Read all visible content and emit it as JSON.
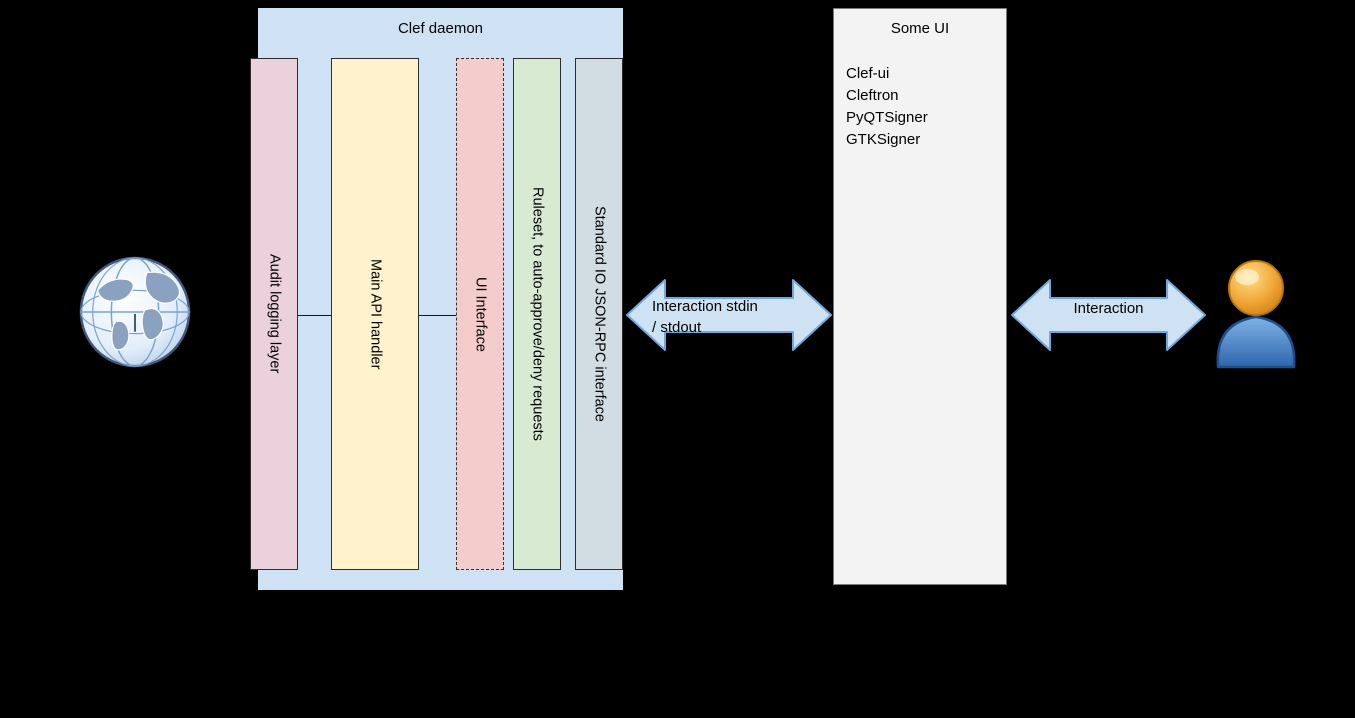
{
  "background_color": "#000000",
  "clef_daemon": {
    "title": "Clef daemon",
    "fill": "#cfe2f3",
    "layers": [
      {
        "label": "Audit logging layer",
        "fill": "#ead1dc"
      },
      {
        "label": "Main API handler",
        "fill": "#fff2cc"
      },
      {
        "label": "UI Interface",
        "fill": "#f4cccc",
        "border_style": "dashed"
      },
      {
        "label": "Ruleset, to auto-approve/deny requests",
        "fill": "#d9ead3"
      },
      {
        "label": "Standard IO JSON-RPC interface",
        "fill": "#d2dde3"
      }
    ]
  },
  "some_ui": {
    "title": "Some UI",
    "fill": "#f3f3f3",
    "items": [
      "Clef-ui",
      "Cleftron",
      "PyQTSigner",
      "GTKSigner"
    ]
  },
  "arrows": {
    "fill": "#cfe2f3",
    "stroke": "#6fa8dc",
    "left": {
      "line1": "Interaction stdin",
      "line2": "/ stdout"
    },
    "right": {
      "label": "Interaction"
    }
  },
  "icons": {
    "left": "globe-icon",
    "right": "user-icon"
  }
}
